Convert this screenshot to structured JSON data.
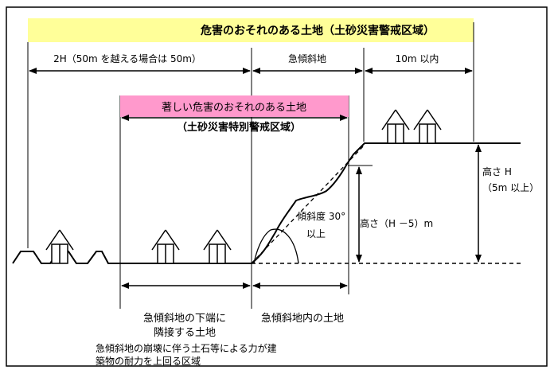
{
  "banner_top": {
    "text": "危害のおそれのある土地（土砂災害警戒区域）",
    "color": "#ffff99"
  },
  "banner_pink": {
    "line1": "著しい危害のおそれのある土地",
    "line2": "（土砂災害特別警戒区域）",
    "color": "#ff99cc"
  },
  "dim_labels": {
    "left": "2H（50m を越える場合は 50m）",
    "middle": "急傾斜地",
    "right": "10m 以内"
  },
  "slope_labels": {
    "angle_line1": "傾斜度 30°",
    "angle_line2": "以上",
    "height_partial": "高さ（H －5）m",
    "height_full_line1": "高さ H",
    "height_full_line2": "（5m 以上）"
  },
  "bottom_labels": {
    "lower_line1": "急傾斜地の下端に",
    "lower_line2": "隣接する土地",
    "within": "急傾斜地内の土地",
    "note_line1": "急傾斜地の崩壊に伴う土石等による力が建",
    "note_line2": "築物の耐力を上回る区域"
  },
  "icons": {
    "house": "house-icon",
    "rock": "rock-icon"
  }
}
